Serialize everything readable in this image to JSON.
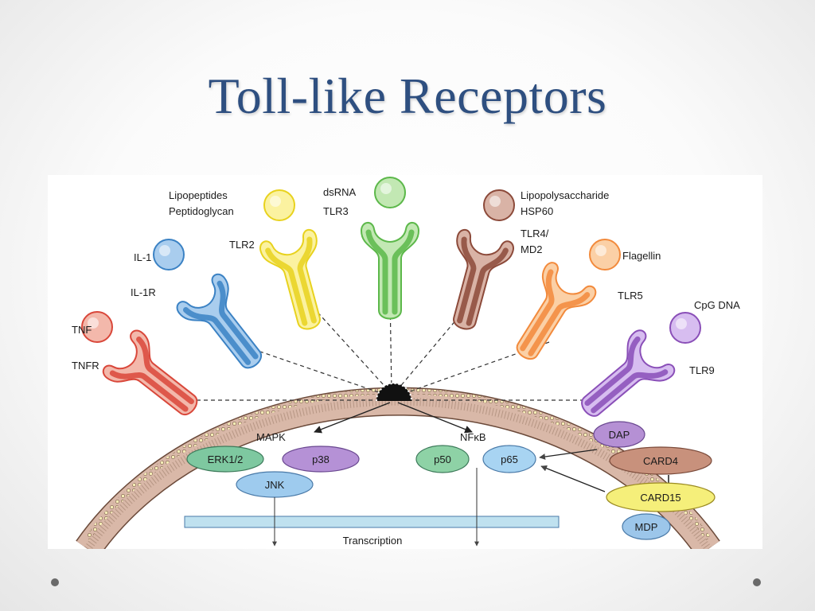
{
  "slide": {
    "title": "Toll-like Receptors"
  },
  "diagram": {
    "receptors": [
      {
        "name": "TNFR",
        "ligand": "TNF",
        "color": "#d9473a",
        "light": "#f3b8ab"
      },
      {
        "name": "IL-1R",
        "ligand": "IL-1",
        "color": "#3b82c4",
        "light": "#a9cdee"
      },
      {
        "name": "TLR2",
        "ligand_lines": [
          "Lipopeptides",
          "Peptidoglycan"
        ],
        "color": "#e8d21e",
        "light": "#fbf2a0"
      },
      {
        "name": "TLR3",
        "ligand": "dsRNA",
        "color": "#5cb84a",
        "light": "#c2e8b3"
      },
      {
        "name_lines": [
          "TLR4/",
          "MD2"
        ],
        "ligand_lines": [
          "Lipopolysaccharide",
          "HSP60"
        ],
        "color": "#8c4a3a",
        "light": "#d9b3a6"
      },
      {
        "name": "TLR5",
        "ligand": "Flagellin",
        "color": "#f28a3c",
        "light": "#fbd0a6"
      },
      {
        "name": "TLR9",
        "ligand": "CpG DNA",
        "color": "#8a4fb8",
        "light": "#d7bdf0"
      }
    ],
    "pathways": {
      "mapk": "MAPK",
      "nfkb": "NFκB",
      "erk": "ERK1/2",
      "p38": "p38",
      "jnk": "JNK",
      "p50": "p50",
      "p65": "p65"
    },
    "nod": {
      "dap": "DAP",
      "card4": "CARD4",
      "card15": "CARD15",
      "mdp": "MDP"
    },
    "transcription": "Transcription",
    "colors": {
      "membrane": "#d9b8a8",
      "membrane_dot": "#f4ecb6",
      "erk": "#7ec8a0",
      "p38": "#b591d6",
      "jnk": "#9ecbee",
      "p50": "#8ed2a6",
      "p65": "#a8d4f2",
      "dap": "#b590d4",
      "card4": "#c8917c",
      "card15": "#f5ef7a",
      "mdp": "#9cc6ea",
      "bar": "#bfe1ef"
    }
  }
}
